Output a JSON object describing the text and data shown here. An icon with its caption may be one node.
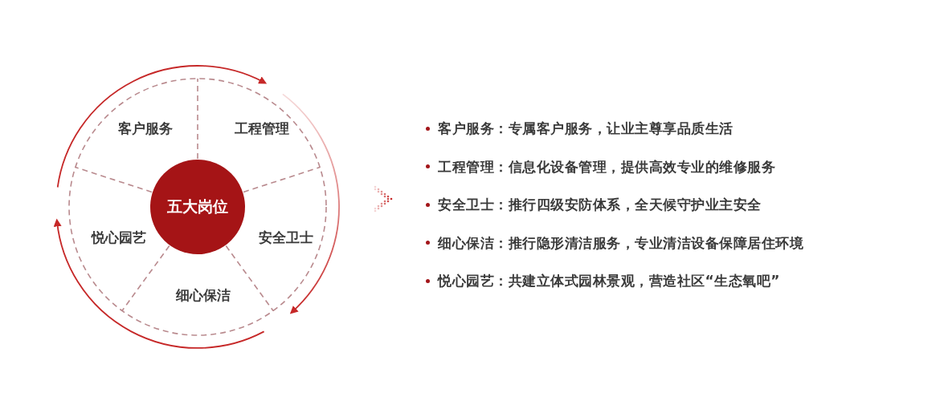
{
  "diagram": {
    "nodes": [
      {
        "text": [
          "五大岗位"
        ]
      },
      {
        "text": [
          "客户服务"
        ]
      },
      {
        "text": [
          "工程管理"
        ]
      },
      {
        "text": [
          "安全卫士"
        ]
      },
      {
        "text": [
          "细心保洁"
        ]
      },
      {
        "text": [
          "悦心园艺"
        ]
      }
    ],
    "labels": [
      "**客户服务**：专属客户服务，让业主尊享品质生活",
      "**工程管理**：信息化设备管理，提供高效专业的维修服务",
      "**安全卫士**：推行四级安防体系，全天候守护业主安全",
      "**细心保洁**：推行隐形清洁服务，专业清洁设备保障居住环境",
      "**悦心园艺**：共建立体式园林景观，营造社区“生态氧吧”"
    ]
  }
}
